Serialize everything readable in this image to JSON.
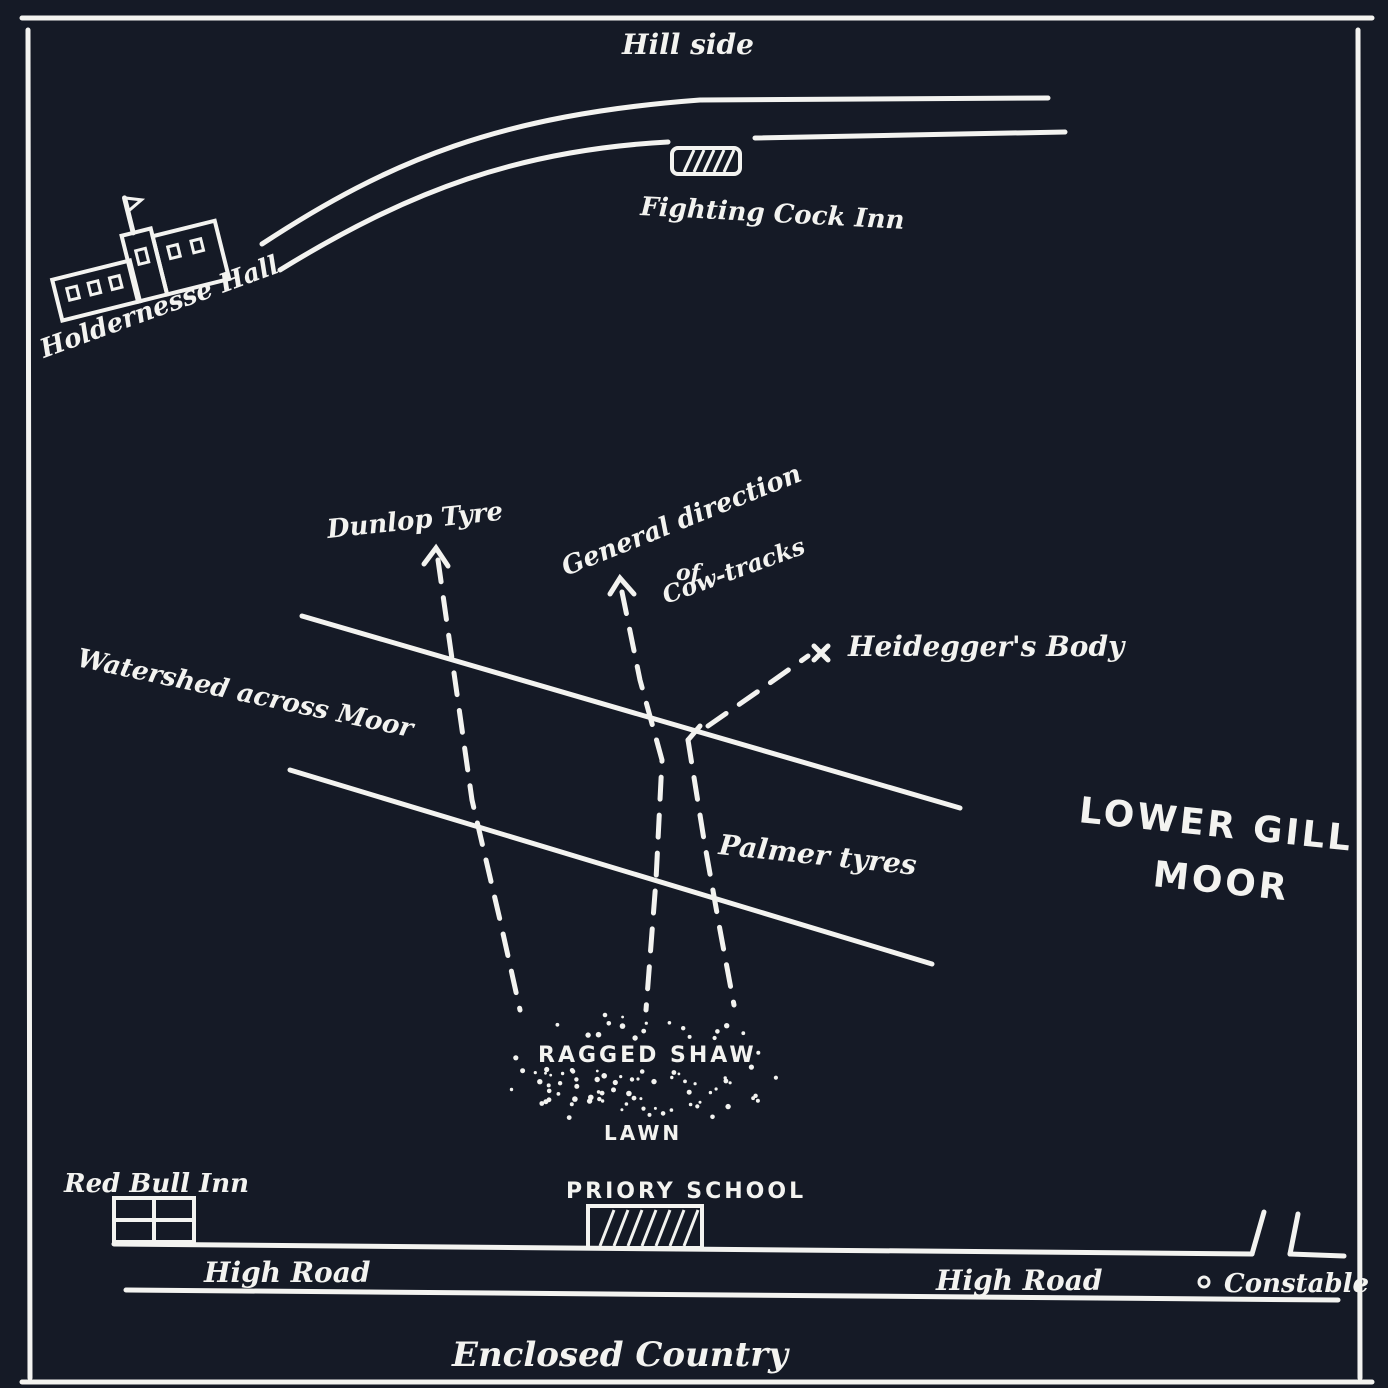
{
  "labels": {
    "hill_road": "Hill side",
    "inn_top": "Fighting Cock Inn",
    "hall": "Holdernesse Hall",
    "dunlop": "Dunlop Tyre",
    "cow_tracks_1": "General direction",
    "cow_tracks_2": "of",
    "cow_tracks_3": "Cow-tracks",
    "body": "Heidegger's Body",
    "watershed": "Watershed across Moor",
    "palmer": "Palmer tyres",
    "moor_1": "LOWER GILL",
    "moor_2": "MOOR",
    "wood": "RAGGED SHAW",
    "lawn": "LAWN",
    "school": "PRIORY SCHOOL",
    "inn_bottom": "Red Bull Inn",
    "high_road_left": "High Road",
    "high_road_right": "High Road",
    "constable": "Constable",
    "bottom": "Enclosed Country"
  },
  "colors": {
    "background": "#151a26",
    "ink": "#f3f3f0"
  }
}
